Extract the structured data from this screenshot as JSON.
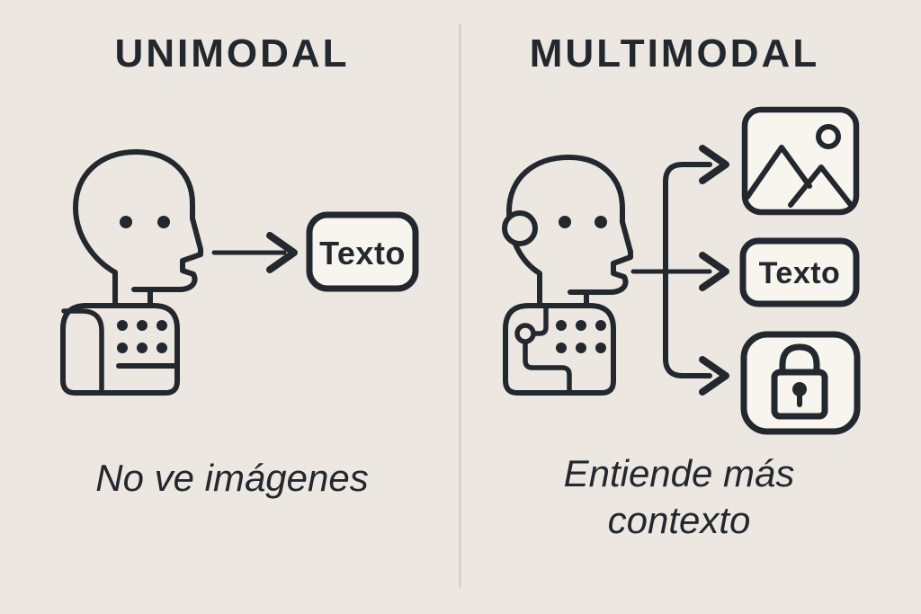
{
  "colors": {
    "background": "#ece8e1",
    "ink": "#23272e",
    "box_fill": "#f8f5ee",
    "divider": "#d8d4cb"
  },
  "left": {
    "title": "UNIMODAL",
    "figure_icon": "robot-person-icon",
    "arrow_icon": "arrow-right-icon",
    "output_label": "Texto",
    "caption": "No ve imágenes"
  },
  "right": {
    "title": "MULTIMODAL",
    "figure_icon": "robot-person-headset-icon",
    "branch_icon": "branch-arrows-icon",
    "output_icons": [
      "image-icon",
      "texto-box",
      "lock-icon"
    ],
    "output_label": "Texto",
    "caption": "Entiende más\ncontexto"
  }
}
